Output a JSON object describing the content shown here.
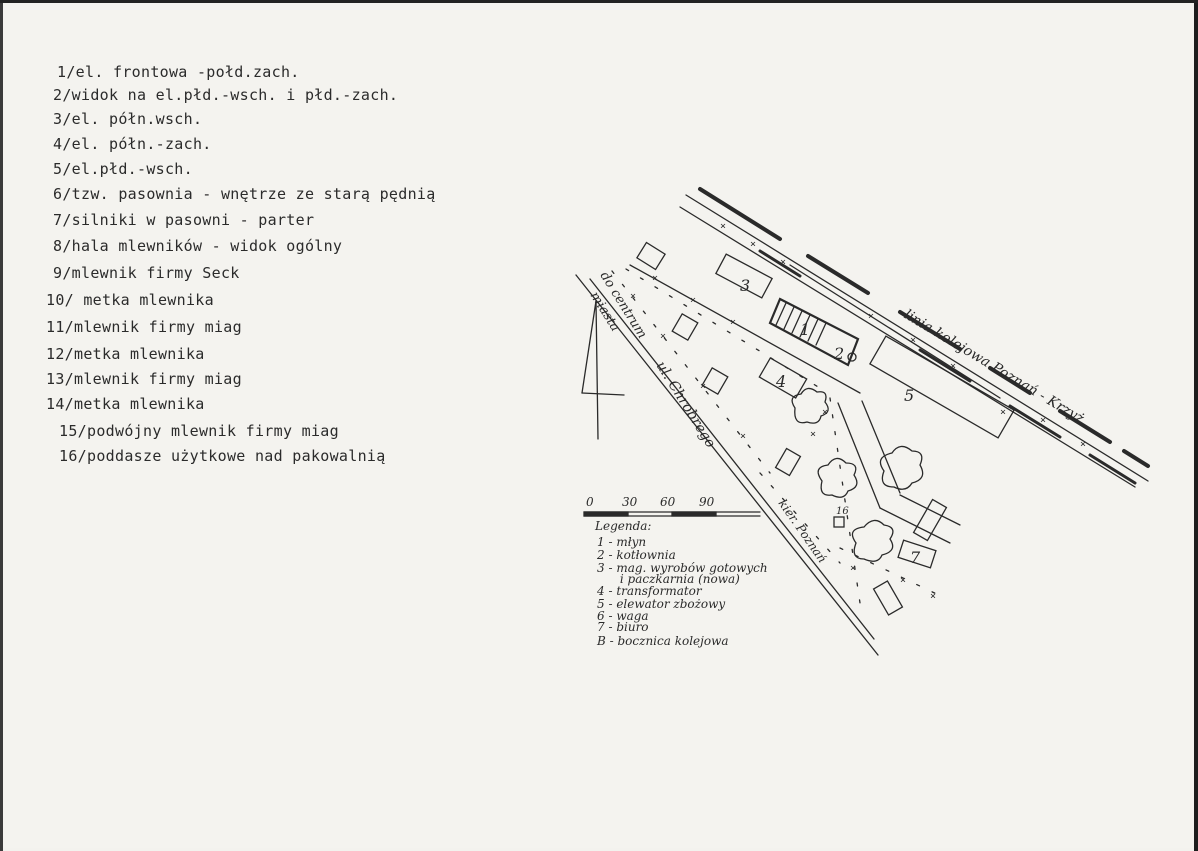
{
  "captions": [
    {
      "num": "1/",
      "text": "el. frontowa -połd.zach."
    },
    {
      "num": "2/",
      "text": "widok na el.płd.-wsch. i płd.-zach."
    },
    {
      "num": "3/",
      "text": "el. półn.wsch."
    },
    {
      "num": "4/",
      "text": "el. półn.-zach."
    },
    {
      "num": "5/",
      "text": "el.płd.-wsch."
    },
    {
      "num": "6/",
      "text": "tzw. pasownia - wnętrze ze starą pędnią"
    },
    {
      "num": "7/",
      "text": "silniki w pasowni - parter"
    },
    {
      "num": "8/",
      "text": "hala mlewników - widok ogólny"
    },
    {
      "num": "9/",
      "text": "mlewnik firmy Seck"
    },
    {
      "num": "10/",
      "text": " metka  mlewnika"
    },
    {
      "num": "11/",
      "text": "mlewnik firmy miag"
    },
    {
      "num": "12/",
      "text": "metka mlewnika"
    },
    {
      "num": "13/",
      "text": "mlewnik firmy miag"
    },
    {
      "num": "14/",
      "text": "metka mlewnika"
    },
    {
      "num": "15/",
      "text": "podwójny mlewnik firmy miag"
    },
    {
      "num": "16/",
      "text": "poddasze użytkowe nad pakowalnią"
    }
  ],
  "map": {
    "railway_label": "linia kolejowa Poznań - Krzyż",
    "city_centre_label_line1": "do centrum",
    "city_centre_label_line2": "miasta",
    "street_label": "ul. Chrobrego",
    "direction_label": "kier. Poznań",
    "building_labels": [
      "1",
      "2",
      "3",
      "4",
      "5",
      "7",
      "16"
    ],
    "scale_ticks": [
      "0",
      "30",
      "60",
      "90"
    ],
    "legend": {
      "title": "Legenda:",
      "items": [
        "1 - młyn",
        "2 - kotłownia",
        "3 - mag. wyrobów gotowych",
        "      i paczkarnia (nowa)",
        "4 - transformator",
        "5 - elewator zbożowy",
        "6 - waga",
        "7 - biuro",
        "B - bocznica kolejowa"
      ]
    }
  },
  "colors": {
    "paper": "#f4f3ef",
    "ink": "#2a2a2a"
  }
}
